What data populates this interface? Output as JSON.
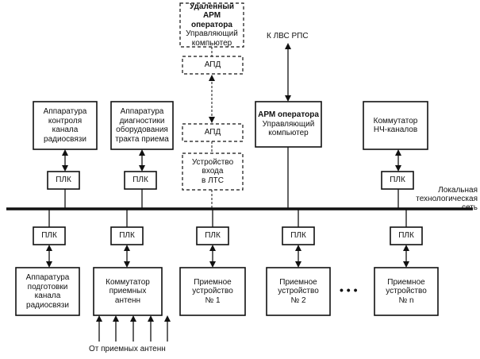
{
  "remote_arm": {
    "title": "Удаленный АРМ\nоператора",
    "subtitle": "Управляющий\nкомпьютер"
  },
  "apd_top": "АПД",
  "apd_bottom": "АПД",
  "lts_entry": "Устройство\nвхода\nв ЛТС",
  "lan_label": "К ЛВС РПС",
  "radio_control": "Аппаратура\nконтроля\nканала\nрадиосвязи",
  "diagnostics": "Аппаратура\nдиагностики\nоборудования\nтракта приема",
  "arm_operator": {
    "title": "АРМ оператора",
    "subtitle": "Управляющий\nкомпьютер"
  },
  "lf_switch": "Коммутатор\nНЧ-каналов",
  "plc": "ПЛК",
  "network_label": "Локальная\nтехнологическая\nсеть",
  "radio_prep": "Аппаратура\nподготовки\nканала\nрадиосвязи",
  "antenna_switch": "Коммутатор\nприемных\nантенн",
  "receiver_1": "Приемное\nустройство\n№ 1",
  "receiver_2": "Приемное\nустройство\n№ 2",
  "receiver_n": "Приемное\nустройство\n№ n",
  "ellipsis": "• • •",
  "antennas_label": "От приемных антенн"
}
